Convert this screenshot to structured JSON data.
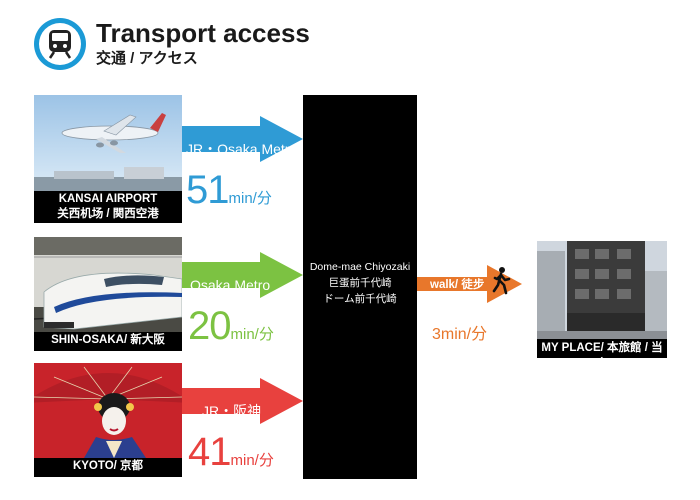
{
  "header": {
    "title": "Transport access",
    "subtitle": "交通 / アクセス",
    "icon": "train-icon",
    "accent": "#1b9ad6"
  },
  "routes": [
    {
      "origin_name": "KANSAI AIRPORT",
      "origin_name_jp": "关西机场 / 関西空港",
      "line_label": "JR・Osaka Metro",
      "minutes": "51",
      "unit": "min/分",
      "color": "#2f9bd5",
      "photo": "airplane-photo"
    },
    {
      "origin_name": "SHIN-OSAKA/ 新大阪",
      "line_label": "Osaka Metro",
      "minutes": "20",
      "unit": "min/分",
      "color": "#7cc242",
      "photo": "bullet-train-photo"
    },
    {
      "origin_name": "KYOTO/ 京都",
      "line_label": "JR・阪神",
      "minutes": "41",
      "unit": "min/分",
      "color": "#e8413e",
      "photo": "geisha-photo"
    }
  ],
  "station": {
    "name_en": "Dome-mae Chiyozaki",
    "name_cn": "巨蛋前千代崎",
    "name_jp": "ドーム前千代崎"
  },
  "walk": {
    "label": "walk/ 徒步",
    "time": "3min/分",
    "color": "#e8772b",
    "icon": "walking-person-icon"
  },
  "destination": {
    "caption": "MY PLACE/ 本旅館 / 当宿",
    "photo": "building-photo"
  }
}
